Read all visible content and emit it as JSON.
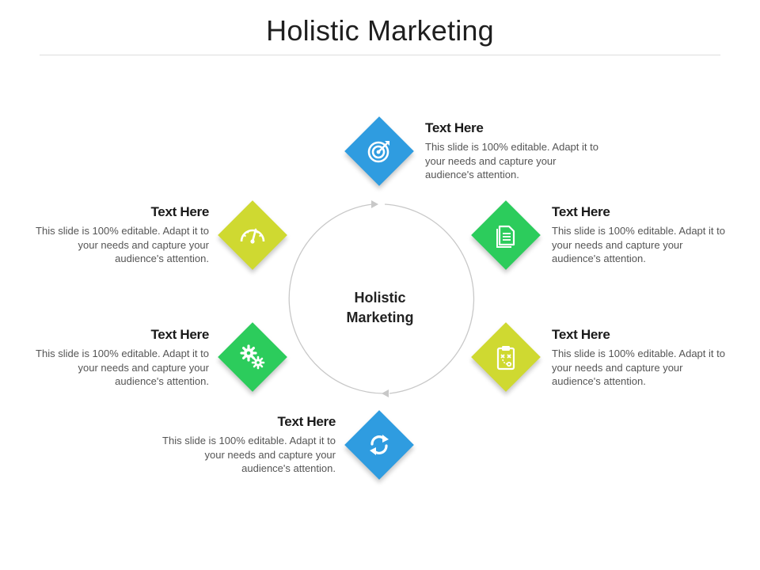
{
  "title": "Holistic Marketing",
  "center_label": [
    "Holistic",
    "Marketing"
  ],
  "colors": {
    "blue": "#2f9ce0",
    "lime": "#cfd931",
    "green": "#2ccc5c",
    "ring": "#c8c8c8"
  },
  "items": [
    {
      "title": "Text Here",
      "desc": "This slide is 100% editable. Adapt it to your needs and capture your audience's attention.",
      "icon": "target-icon",
      "color": "blue"
    },
    {
      "title": "Text Here",
      "desc": "This slide is 100% editable. Adapt it to your needs and capture your audience's attention.",
      "icon": "document-icon",
      "color": "green"
    },
    {
      "title": "Text Here",
      "desc": "This slide is 100% editable. Adapt it to your needs and capture your audience's attention.",
      "icon": "clipboard-strategy-icon",
      "color": "lime"
    },
    {
      "title": "Text Here",
      "desc": "This slide is 100% editable. Adapt it to your needs and capture your audience's attention.",
      "icon": "refresh-icon",
      "color": "blue"
    },
    {
      "title": "Text Here",
      "desc": "This slide is 100% editable. Adapt it to your needs and capture your audience's attention.",
      "icon": "gears-icon",
      "color": "green"
    },
    {
      "title": "Text Here",
      "desc": "This slide is 100% editable. Adapt it to your needs and capture your audience's attention.",
      "icon": "speedometer-icon",
      "color": "lime"
    }
  ]
}
